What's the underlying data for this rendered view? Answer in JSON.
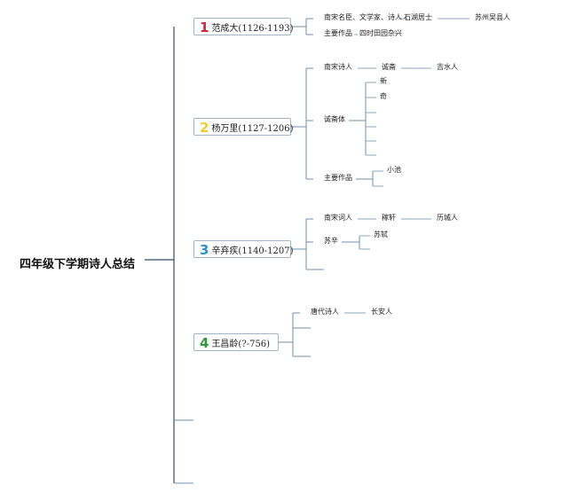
{
  "root": "四年级下学期诗人总结",
  "colors": {
    "line_main": "#2d4a6b",
    "line_sub": "#6f8fab",
    "line_leaf": "#8ea8bf",
    "box_border": "#9fb7c9"
  },
  "poets": [
    {
      "num": "1",
      "num_color": "#d6243a",
      "name": "范成大(1126-1193)",
      "items": [
        {
          "label": "南宋名臣、文学家、诗人",
          "chain": [
            "石湖居士",
            "苏州吴县人"
          ]
        },
        {
          "label": "主要作品",
          "chain": [
            "四时田园杂兴"
          ]
        }
      ]
    },
    {
      "num": "2",
      "num_color": "#f2cf2b",
      "name": "杨万里(1127-1206)",
      "items": [
        {
          "label": "南宋诗人",
          "chain": [
            "诚斋",
            "吉水人"
          ]
        },
        {
          "label": "诚斋体",
          "subs": [
            "新",
            "奇",
            "",
            "",
            "",
            ""
          ]
        },
        {
          "label": "主要作品",
          "subs": [
            "小池",
            ""
          ]
        }
      ]
    },
    {
      "num": "3",
      "num_color": "#2f8fd0",
      "name": "辛弃疾(1140-1207)",
      "items": [
        {
          "label": "南宋词人",
          "chain": [
            "稼轩",
            "历城人"
          ]
        },
        {
          "label": "苏辛",
          "subs": [
            "苏轼",
            ""
          ]
        },
        {
          "label": ""
        }
      ]
    },
    {
      "num": "4",
      "num_color": "#2f9a3c",
      "name": "王昌龄(?-756)",
      "items": [
        {
          "label": "唐代诗人",
          "chain": [
            "长安人"
          ]
        },
        {
          "label": ""
        },
        {
          "label": ""
        }
      ]
    }
  ]
}
